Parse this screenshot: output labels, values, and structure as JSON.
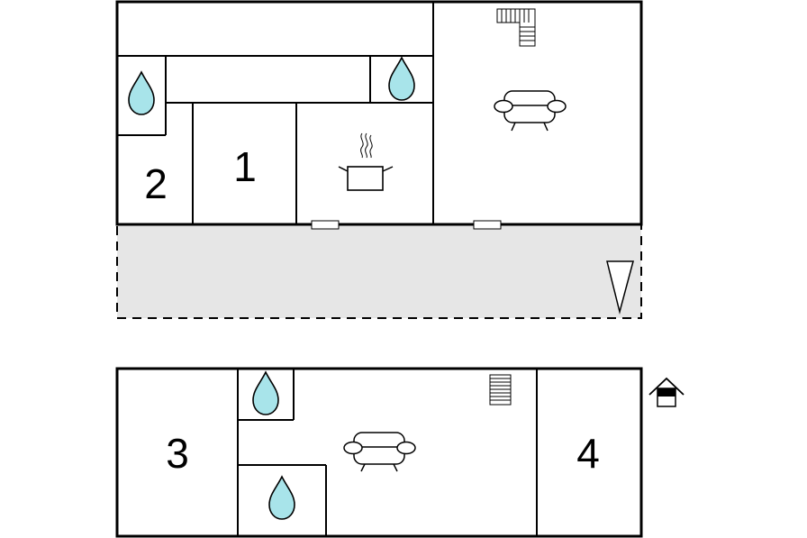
{
  "floor_plan": {
    "ground_floor": {
      "rooms": [
        {
          "id": "bedroom-1",
          "label": "1"
        },
        {
          "id": "bedroom-2",
          "label": "2"
        }
      ],
      "icons": [
        "water-drop-icon",
        "water-drop-icon",
        "cooking-pot-icon",
        "sofa-icon",
        "stairs-icon",
        "door-icon",
        "door-icon",
        "compass-arrow-icon"
      ],
      "terrace": "dashed-area"
    },
    "upper_floor": {
      "rooms": [
        {
          "id": "bedroom-3",
          "label": "3"
        },
        {
          "id": "bedroom-4",
          "label": "4"
        }
      ],
      "icons": [
        "water-drop-icon",
        "water-drop-icon",
        "sofa-icon",
        "stairs-icon",
        "house-icon"
      ]
    },
    "colors": {
      "water": "#a8e4ea",
      "terrace": "#e6e6e6",
      "walls": "#000000"
    }
  }
}
